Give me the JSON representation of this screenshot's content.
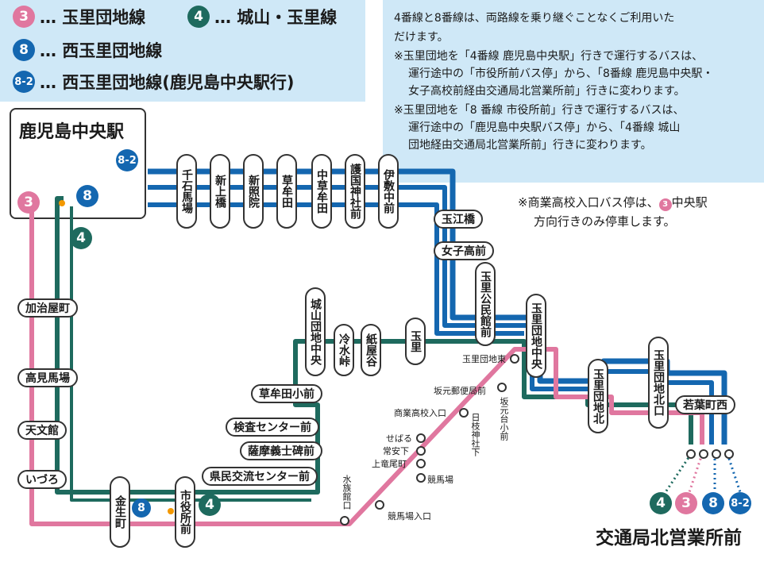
{
  "legend": [
    {
      "route": "3",
      "text": "… 玉里団地線"
    },
    {
      "route": "4",
      "text": "… 城山・玉里線"
    },
    {
      "route": "8",
      "text": "… 西玉里団地線"
    },
    {
      "route": "8-2",
      "text": "… 西玉里団地線(鹿児島中央駅行)"
    }
  ],
  "notes": {
    "transfer_1": "4番線と8番線は、両路線を乗り継ぐことなくご利用いた",
    "transfer_2": "だけます。",
    "n1_1": "※玉里団地を「4番線 鹿児島中央駅」行きで運行するバスは、",
    "n1_2": "運行途中の「市役所前バス停」から、「8番線 鹿児島中央駅・",
    "n1_3": "女子高校前経由交通局北営業所前」行きに変わります。",
    "n2_1": "※玉里団地を「8 番線 市役所前」行きで運行するバスは、",
    "n2_2": "運行途中の「鹿児島中央駅バス停」から、「4番線 城山",
    "n2_3": "団地経由交通局北営業所前」行きに変わります。",
    "commercial_1": "※商業高校入口バス停は、",
    "commercial_badge": "3",
    "commercial_2": "中央駅",
    "commercial_3": "方向行きのみ停車します。"
  },
  "station": {
    "name": "鹿児島中央駅"
  },
  "terminal": {
    "name": "交通局北営業所前"
  },
  "colors": {
    "route3": "#e0779f",
    "route4": "#1e6a5e",
    "route8": "#1467b0",
    "panel": "#cfe8f7"
  },
  "stops_top": [
    "千石馬場",
    "新上橋",
    "新照院",
    "草牟田",
    "中草牟田",
    "護国神社前",
    "伊敷中前"
  ],
  "stops_right": {
    "tamae": "玉江橋",
    "joshi": "女子高前",
    "kominkan": "玉里公民館前",
    "danchi_chuo": "玉里団地中央",
    "danchi_kita": "玉里団地北",
    "danchi_kitaguchi": "玉里団地北口",
    "wakaba": "若葉町西"
  },
  "stops_mid": {
    "shiroyama": "城山団地中央",
    "reisui": "冷水峠",
    "kamiyadani": "紙屋谷",
    "tamazato": "玉里",
    "kusamuta_sho": "草牟田小前",
    "kensa": "検査センター前",
    "satsuma": "薩摩義士碑前",
    "kenmin": "県民交流センター前"
  },
  "stops_left": {
    "kajiya": "加治屋町",
    "takami": "高見馬場",
    "tenmonkan": "天文館",
    "izuro": "いづろ",
    "kinsei": "金生町",
    "shiyakusho": "市役所前"
  },
  "stops_small": {
    "danchi_higashi": "玉里団地東",
    "sakamoto_yubin": "坂元郵便局前",
    "shogyo": "商業高校入口",
    "sebaru": "せばる",
    "joanshita": "常安下",
    "kamitatsuo": "上竜尾町",
    "kenba": "競馬場",
    "kenba_iriguchi": "競馬場入口",
    "suizokukan": "水族館口",
    "sakamoto_dai": "坂元台小前",
    "hieda": "日枝神社下"
  },
  "badges": {
    "terminal": [
      "4",
      "3",
      "8",
      "8-2"
    ]
  }
}
